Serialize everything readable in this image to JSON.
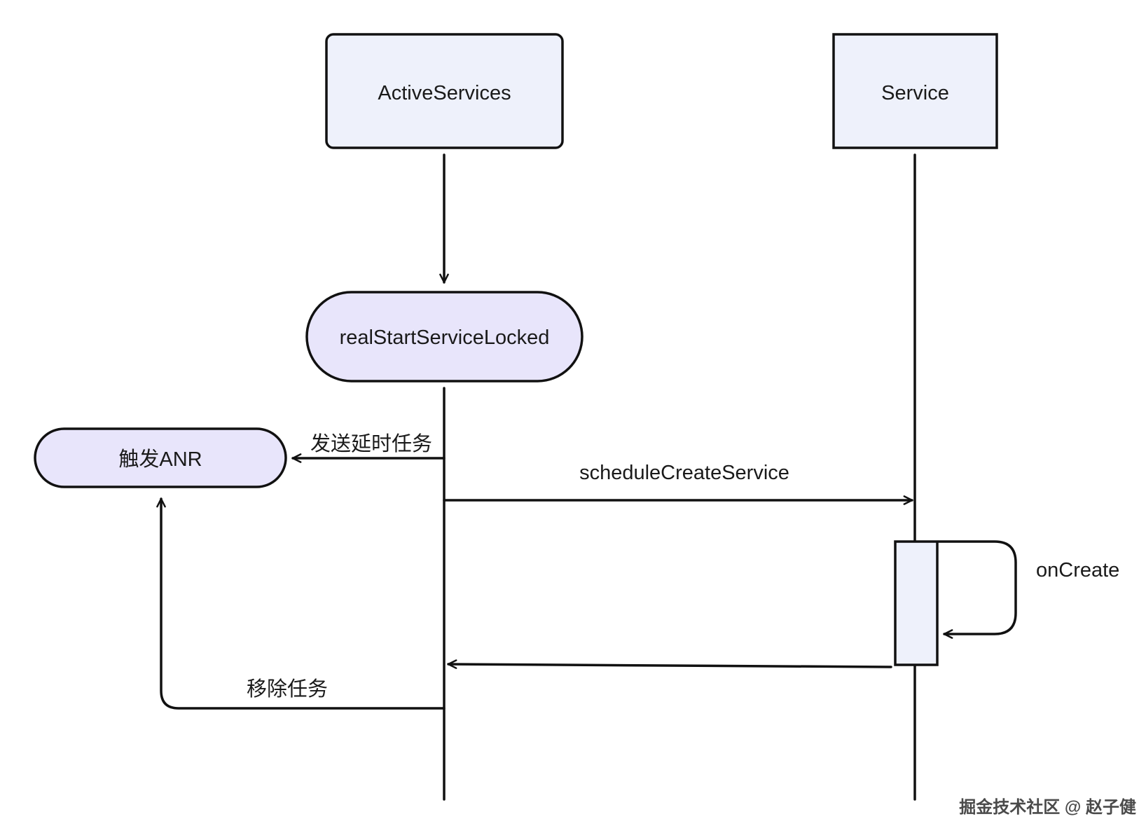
{
  "diagram": {
    "nodes": {
      "active_services": {
        "label": "ActiveServices",
        "fill": "#eef1fb"
      },
      "service": {
        "label": "Service",
        "fill": "#eef1fb"
      },
      "real_start": {
        "label": "realStartServiceLocked",
        "fill": "#e8e5fb"
      },
      "trigger_anr": {
        "label": "触发ANR",
        "fill": "#e8e5fb"
      }
    },
    "edges": {
      "send_delay_task": {
        "label": "发送延时任务"
      },
      "schedule_create_service": {
        "label": "scheduleCreateService"
      },
      "on_create": {
        "label": "onCreate"
      },
      "remove_task": {
        "label": "移除任务"
      }
    },
    "activation_fill": "#eef1fb",
    "line_color": "#111111"
  },
  "watermark": {
    "text": "掘金技术社区 @ 赵子健"
  }
}
